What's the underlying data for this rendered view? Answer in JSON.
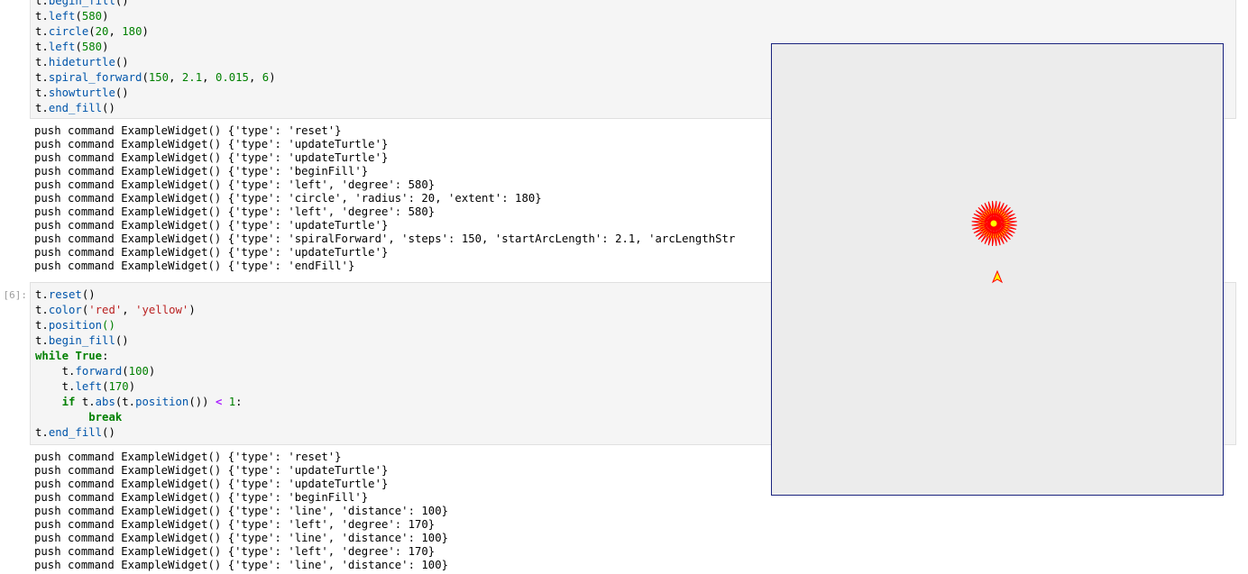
{
  "cells": [
    {
      "prompt": "",
      "code_lines": [
        [
          [
            "n",
            "t."
          ],
          [
            "f",
            "begin_fill"
          ],
          [
            "p",
            "()"
          ]
        ],
        [
          [
            "n",
            "t."
          ],
          [
            "f",
            "left"
          ],
          [
            "p",
            "("
          ],
          [
            "num",
            "580"
          ],
          [
            "p",
            ")"
          ]
        ],
        [
          [
            "n",
            "t."
          ],
          [
            "f",
            "circle"
          ],
          [
            "p",
            "("
          ],
          [
            "num",
            "20"
          ],
          [
            "p",
            ", "
          ],
          [
            "num",
            "180"
          ],
          [
            "p",
            ")"
          ]
        ],
        [
          [
            "n",
            "t."
          ],
          [
            "f",
            "left"
          ],
          [
            "p",
            "("
          ],
          [
            "num",
            "580"
          ],
          [
            "p",
            ")"
          ]
        ],
        [
          [
            "n",
            "t."
          ],
          [
            "f",
            "hideturtle"
          ],
          [
            "p",
            "()"
          ]
        ],
        [
          [
            "n",
            "t."
          ],
          [
            "f",
            "spiral_forward"
          ],
          [
            "p",
            "("
          ],
          [
            "num",
            "150"
          ],
          [
            "p",
            ", "
          ],
          [
            "num",
            "2.1"
          ],
          [
            "p",
            ", "
          ],
          [
            "num",
            "0.015"
          ],
          [
            "p",
            ", "
          ],
          [
            "num",
            "6"
          ],
          [
            "p",
            ")"
          ]
        ],
        [
          [
            "n",
            "t."
          ],
          [
            "f",
            "showturtle"
          ],
          [
            "p",
            "()"
          ]
        ],
        [
          [
            "n",
            "t."
          ],
          [
            "f",
            "end_fill"
          ],
          [
            "p",
            "()"
          ]
        ]
      ],
      "output_lines": [
        "push command ExampleWidget() {'type': 'reset'}",
        "push command ExampleWidget() {'type': 'updateTurtle'}",
        "push command ExampleWidget() {'type': 'updateTurtle'}",
        "push command ExampleWidget() {'type': 'beginFill'}",
        "push command ExampleWidget() {'type': 'left', 'degree': 580}",
        "push command ExampleWidget() {'type': 'circle', 'radius': 20, 'extent': 180}",
        "push command ExampleWidget() {'type': 'left', 'degree': 580}",
        "push command ExampleWidget() {'type': 'updateTurtle'}",
        "push command ExampleWidget() {'type': 'spiralForward', 'steps': 150, 'startArcLength': 2.1, 'arcLengthStr",
        "push command ExampleWidget() {'type': 'updateTurtle'}",
        "push command ExampleWidget() {'type': 'endFill'}"
      ]
    },
    {
      "prompt": "[6]:",
      "code_lines": [
        [
          [
            "n",
            "t."
          ],
          [
            "f",
            "reset"
          ],
          [
            "p",
            "()"
          ]
        ],
        [
          [
            "n",
            "t."
          ],
          [
            "f",
            "color"
          ],
          [
            "p",
            "("
          ],
          [
            "s",
            "'red'"
          ],
          [
            "p",
            ", "
          ],
          [
            "s",
            "'yellow'"
          ],
          [
            "p",
            ")"
          ]
        ],
        [
          [
            "n",
            "t."
          ],
          [
            "f",
            "position"
          ],
          [
            "num",
            "()"
          ]
        ],
        [
          [
            "n",
            "t."
          ],
          [
            "f",
            "begin_fill"
          ],
          [
            "p",
            "()"
          ]
        ],
        [
          [
            "k",
            "while"
          ],
          [
            "p",
            " "
          ],
          [
            "k",
            "True"
          ],
          [
            "p",
            ":"
          ]
        ],
        [
          [
            "p",
            "    "
          ],
          [
            "n",
            "t."
          ],
          [
            "f",
            "forward"
          ],
          [
            "p",
            "("
          ],
          [
            "num",
            "100"
          ],
          [
            "p",
            ")"
          ]
        ],
        [
          [
            "p",
            "    "
          ],
          [
            "n",
            "t."
          ],
          [
            "f",
            "left"
          ],
          [
            "p",
            "("
          ],
          [
            "num",
            "170"
          ],
          [
            "p",
            ")"
          ]
        ],
        [
          [
            "p",
            "    "
          ],
          [
            "k",
            "if"
          ],
          [
            "p",
            " "
          ],
          [
            "n",
            "t."
          ],
          [
            "f",
            "abs"
          ],
          [
            "p",
            "(t."
          ],
          [
            "f",
            "position"
          ],
          [
            "p",
            "()) "
          ],
          [
            "o",
            "<"
          ],
          [
            "p",
            " "
          ],
          [
            "num",
            "1"
          ],
          [
            "p",
            ":"
          ]
        ],
        [
          [
            "p",
            "        "
          ],
          [
            "k",
            "break"
          ]
        ],
        [
          [
            "n",
            "t."
          ],
          [
            "f",
            "end_fill"
          ],
          [
            "p",
            "()"
          ]
        ]
      ],
      "output_lines": [
        "push command ExampleWidget() {'type': 'reset'}",
        "push command ExampleWidget() {'type': 'updateTurtle'}",
        "push command ExampleWidget() {'type': 'updateTurtle'}",
        "push command ExampleWidget() {'type': 'beginFill'}",
        "push command ExampleWidget() {'type': 'line', 'distance': 100}",
        "push command ExampleWidget() {'type': 'left', 'degree': 170}",
        "push command ExampleWidget() {'type': 'line', 'distance': 100}",
        "push command ExampleWidget() {'type': 'left', 'degree': 170}",
        "push command ExampleWidget() {'type': 'line', 'distance': 100}"
      ]
    }
  ],
  "turtle_canvas": {
    "background": "#ececec",
    "pen_color": "#ff0000",
    "fill_color": "#ffff00",
    "star_turn_degrees": 170,
    "turtle_icon": "turtle-arrow-icon"
  }
}
